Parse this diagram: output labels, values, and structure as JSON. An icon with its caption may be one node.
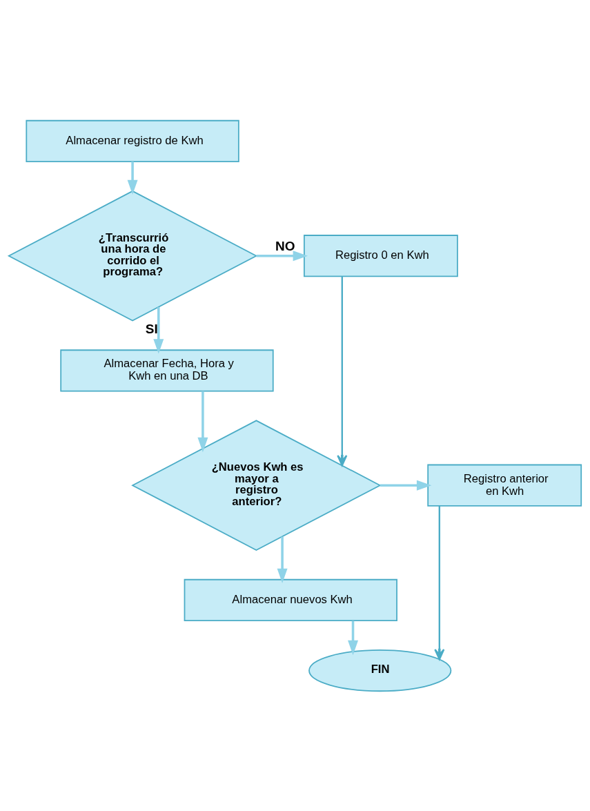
{
  "diagram": {
    "nodes": [
      {
        "text": [
          "Almacenar registro de Kwh"
        ]
      },
      {
        "text": [
          "¿Transcurrió una hora de corrido el programa?"
        ]
      },
      {
        "text": [
          "Registro 0 en Kwh"
        ]
      },
      {
        "text": [
          "Almacenar Fecha, Hora y Kwh en una DB"
        ]
      },
      {
        "text": [
          "¿Nuevos Kwh es mayor a registro anterior?"
        ]
      },
      {
        "text": [
          "Registro anterior en Kwh"
        ]
      },
      {
        "text": [
          "Almacenar nuevos Kwh"
        ]
      },
      {
        "text": [
          "FIN"
        ]
      }
    ],
    "edges": [
      {
        "from": 0,
        "to": 1,
        "arrow": "to"
      },
      {
        "from": 1,
        "to": 2,
        "arrow": "to",
        "label": "NO"
      },
      {
        "from": 1,
        "to": 3,
        "arrow": "to",
        "label": "SI"
      },
      {
        "from": 3,
        "to": 4,
        "arrow": "to"
      },
      {
        "from": 2,
        "to": 4,
        "arrow": "to",
        "color": "#4bacc6"
      },
      {
        "from": 4,
        "to": 5,
        "arrow": "to"
      },
      {
        "from": 4,
        "to": 6,
        "arrow": "to"
      },
      {
        "from": 6,
        "to": 7,
        "arrow": "to"
      },
      {
        "from": 5,
        "to": 7,
        "arrow": "to",
        "color": "#4bacc6"
      }
    ]
  }
}
